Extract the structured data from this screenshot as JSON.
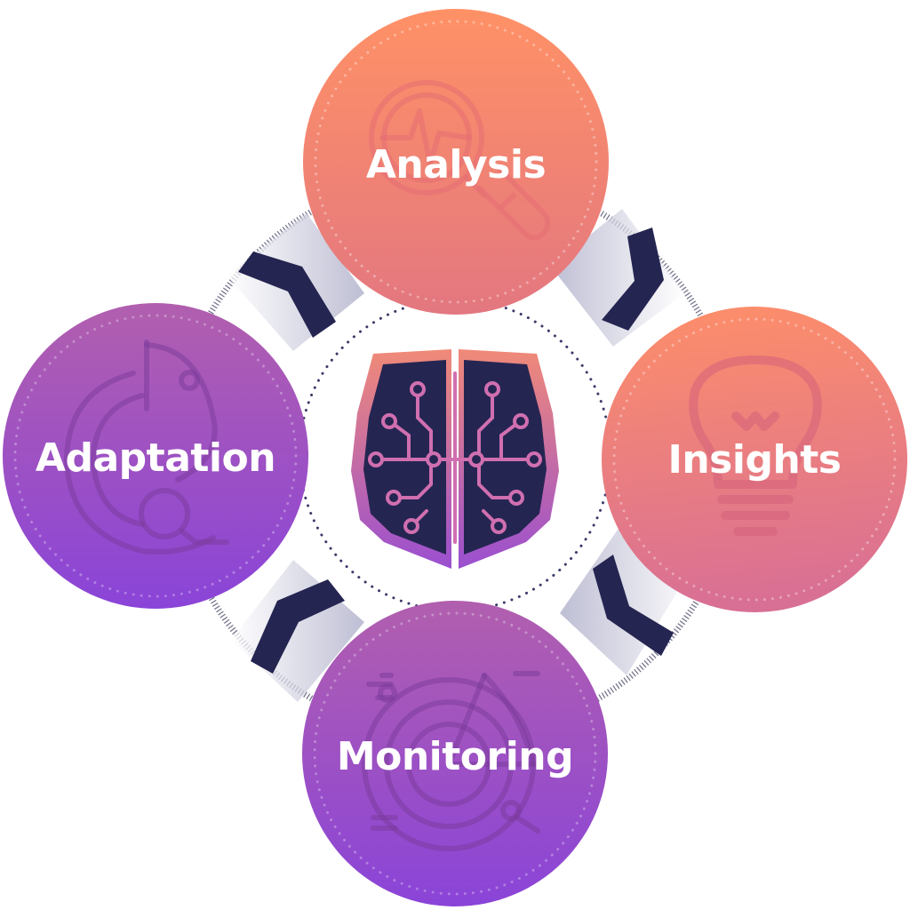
{
  "diagram": {
    "nodes": [
      {
        "id": "analysis",
        "label": "Analysis",
        "icon": "magnifier-pulse-icon"
      },
      {
        "id": "insights",
        "label": "Insights",
        "icon": "lightbulb-icon"
      },
      {
        "id": "monitoring",
        "label": "Monitoring",
        "icon": "radar-icon"
      },
      {
        "id": "adaptation",
        "label": "Adaptation",
        "icon": "spiral-cycle-icon"
      }
    ],
    "center_icon": "brain-circuit-icon",
    "colors": {
      "orange_top": "#FF9166",
      "coral": "#E8737B",
      "purple_top": "#B05EB0",
      "purple_bottom": "#8C42D6",
      "navy": "#252552",
      "brain_outline": "#E07AA2"
    }
  }
}
